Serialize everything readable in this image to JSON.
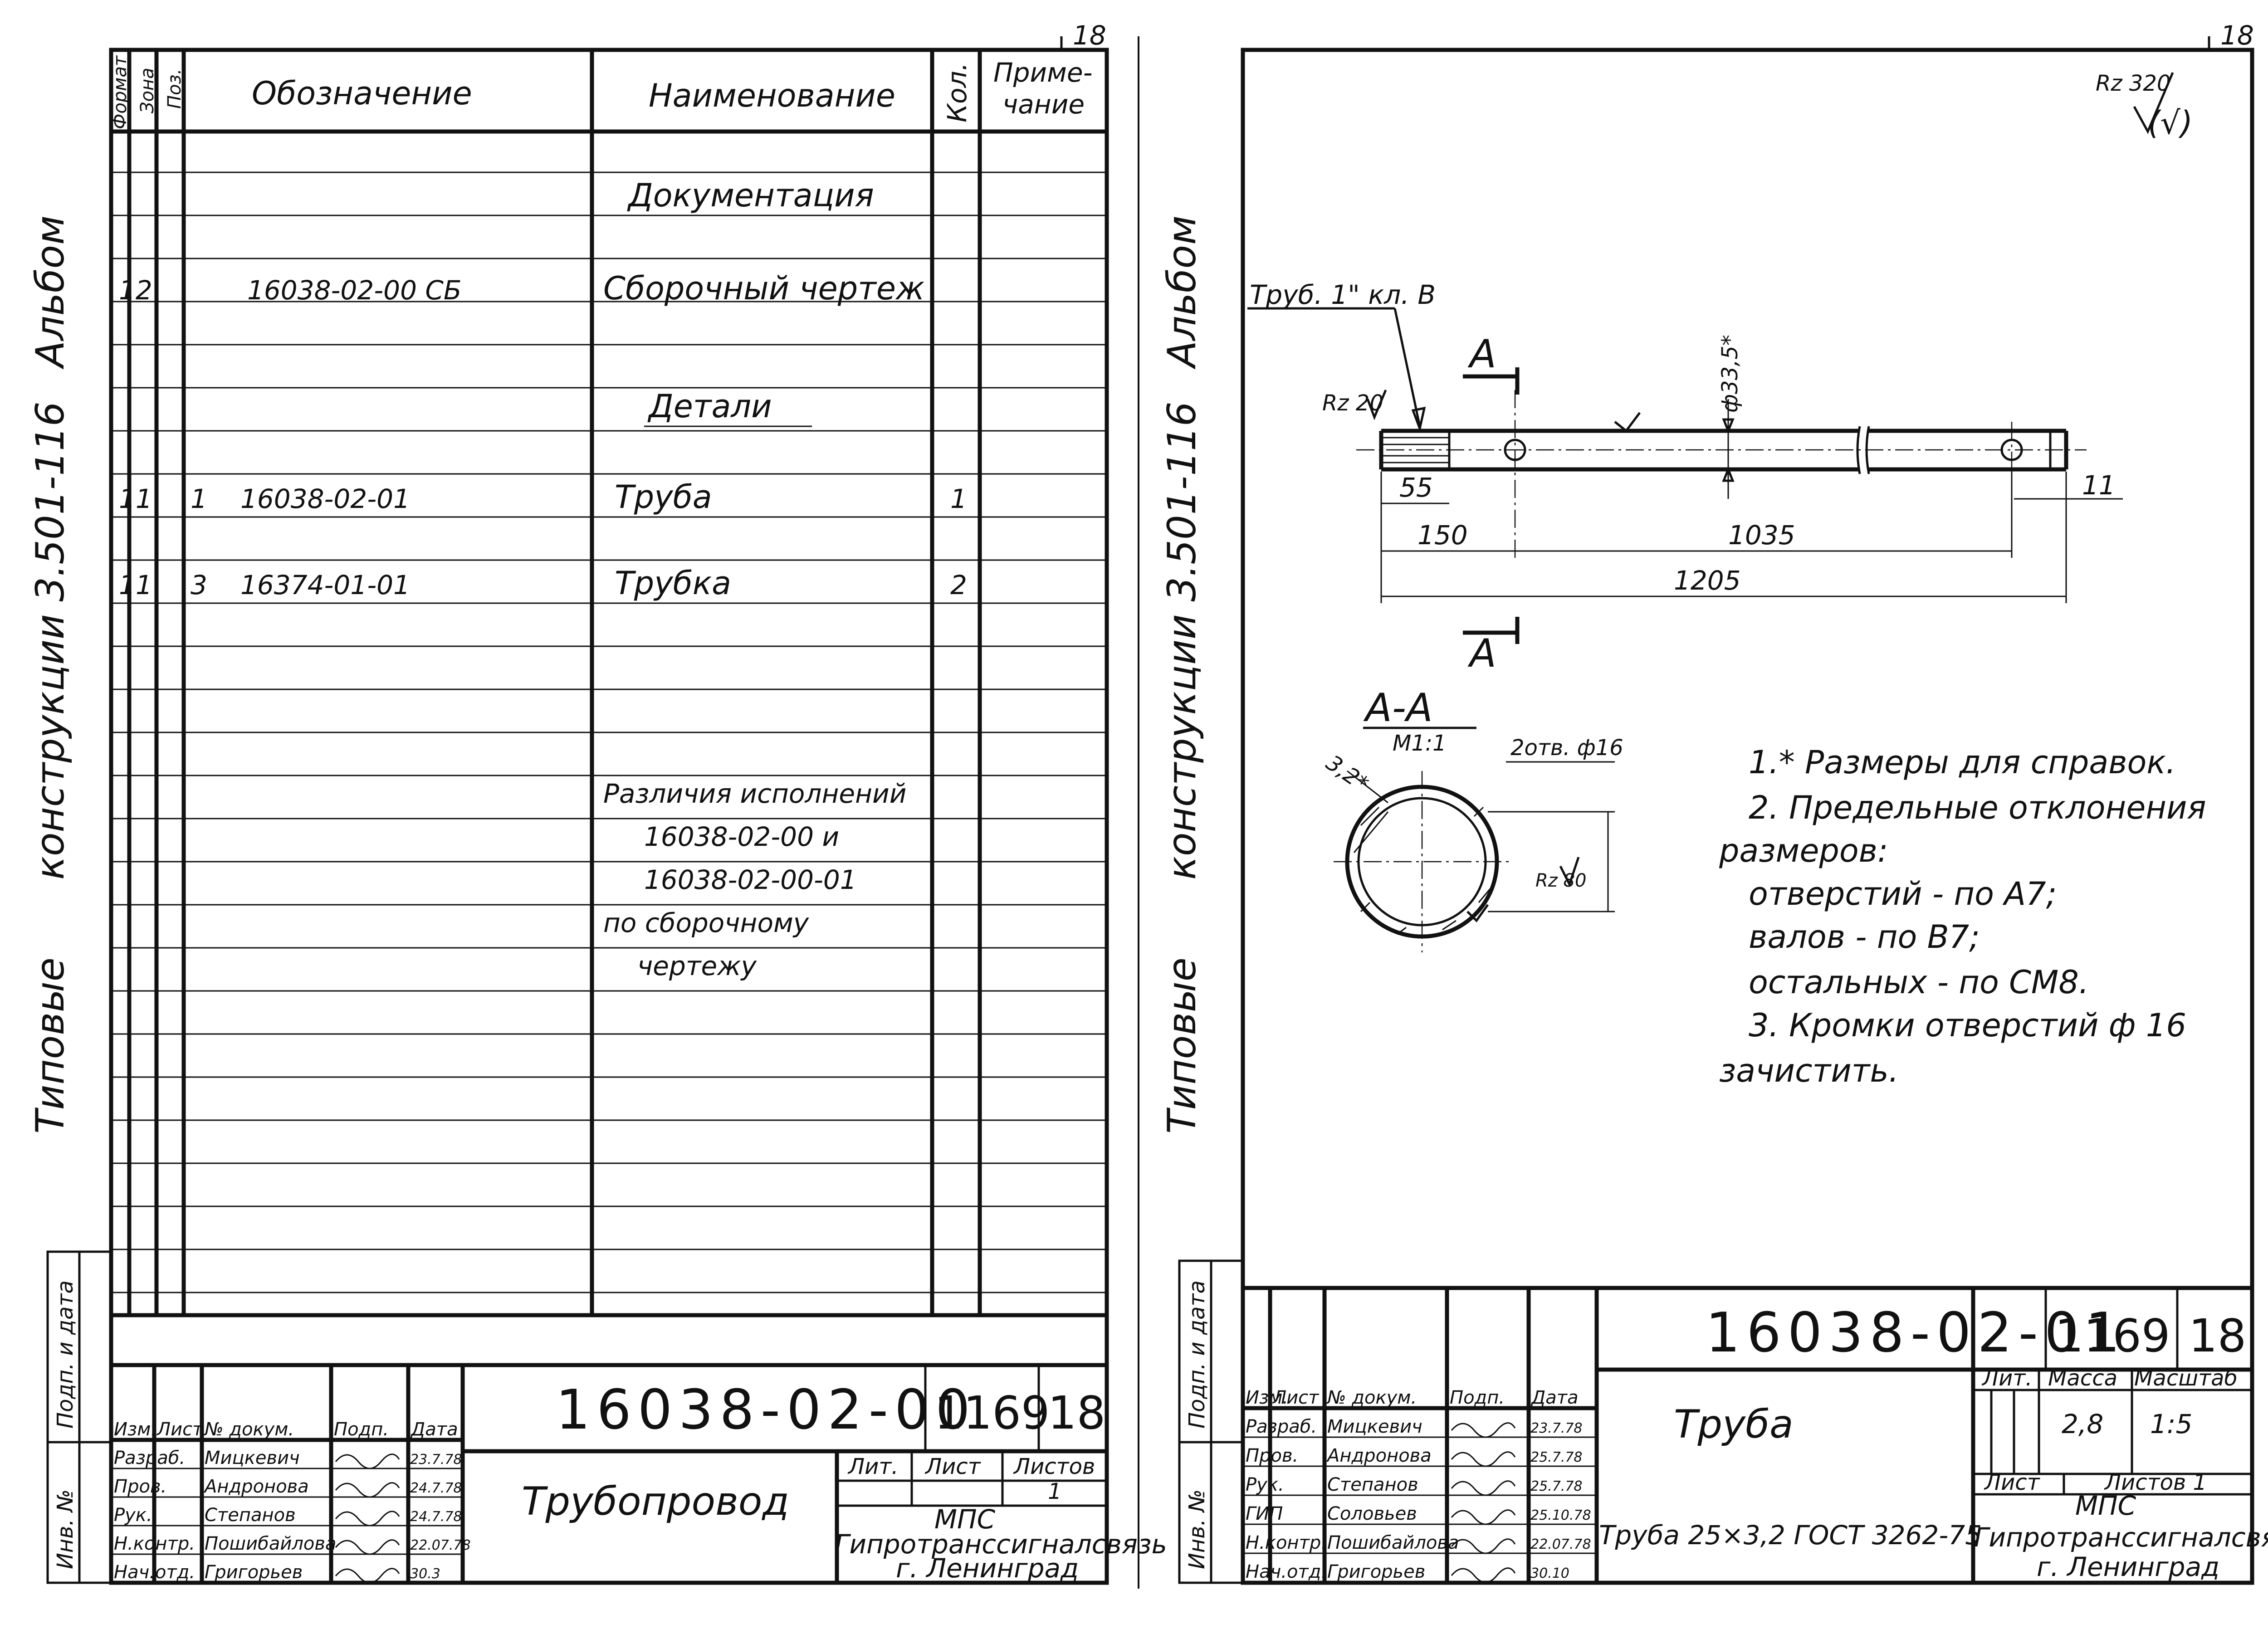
{
  "sheet_number": "18",
  "album_side": {
    "part1": "Типовые",
    "part2": "конструкции 3.501-116",
    "part3": "Альбом"
  },
  "side_stamp": {
    "sign_date": "Подп. и дата",
    "inv_no": "Инв. №"
  },
  "spec": {
    "headers": {
      "format": "Формат",
      "zone": "Зона",
      "pos": "Поз.",
      "designation": "Обозначение",
      "name": "Наименование",
      "qty": "Кол.",
      "note1": "Приме-",
      "note2": "чание"
    },
    "rows": [
      {
        "format": "",
        "pos": "",
        "designation": "",
        "name": "Документация",
        "qty": ""
      },
      {
        "format": "12",
        "pos": "",
        "designation": "16038-02-00 СБ",
        "name": "Сборочный чертеж",
        "qty": ""
      },
      {
        "format": "",
        "pos": "",
        "designation": "",
        "name": "Детали",
        "qty": ""
      },
      {
        "format": "11",
        "pos": "1",
        "designation": "16038-02-01",
        "name": "Труба",
        "qty": "1"
      },
      {
        "format": "11",
        "pos": "3",
        "designation": "16374-01-01",
        "name": "Трубка",
        "qty": "2"
      }
    ],
    "variants_note": [
      "Различия исполнений",
      "16038-02-00 и",
      "16038-02-00-01",
      "по сборочному",
      "чертежу"
    ]
  },
  "left_title_block": {
    "doc_code": "16038-02-00",
    "code_num": "1169",
    "sheet": "18",
    "col_heads": [
      "Изм.",
      "Лист",
      "№ докум.",
      "Подп.",
      "Дата"
    ],
    "people": [
      {
        "role": "Разраб.",
        "name": "Мицкевич",
        "date": "23.7.78"
      },
      {
        "role": "Пров.",
        "name": "Андронова",
        "date": "24.7.78"
      },
      {
        "role": "Рук.",
        "name": "Степанов",
        "date": "24.7.78"
      },
      {
        "role": "Н.контр.",
        "name": "Пошибайлова",
        "date": "22.07.78"
      },
      {
        "role": "Нач.отд.",
        "name": "Григорьев",
        "date": "30.3"
      }
    ],
    "title": "Трубопровод",
    "lit": "Лит.",
    "list": "Лист",
    "listov": "Листов",
    "listov_val": "1",
    "org1": "МПС",
    "org2": "Гипротранссигналсвязь",
    "org3": "г. Ленинград"
  },
  "drawing": {
    "roughness_general": "Rz 320",
    "roughness_general_paren": "(√)",
    "pipe_label": "Труб. 1\" кл. В",
    "rz20": "Rz 20",
    "section_mark": "А",
    "dia_label": "ф33,5*",
    "dims": {
      "d55": "55",
      "d150": "150",
      "d1035": "1035",
      "d1205": "1205",
      "d11": "11"
    },
    "section_title": "А-А",
    "section_scale": "М1:1",
    "wall": "3,2*",
    "holes": "2отв. ф16",
    "rz80": "Rz 80"
  },
  "notes": [
    "1.* Размеры для справок.",
    "2. Предельные отклонения",
    "размеров:",
    "отверстий - по А7;",
    "валов     - по В7;",
    "остальных - по СМ8.",
    "3. Кромки отверстий ф 16",
    "зачистить."
  ],
  "right_title_block": {
    "doc_code": "16038-02-01",
    "code_num": "1169",
    "sheet": "18",
    "col_heads": [
      "Изм.",
      "Лист",
      "№ докум.",
      "Подп.",
      "Дата"
    ],
    "people": [
      {
        "role": "Разраб.",
        "name": "Мицкевич",
        "date": "23.7.78"
      },
      {
        "role": "Пров.",
        "name": "Андронова",
        "date": "25.7.78"
      },
      {
        "role": "Рук.",
        "name": "Степанов",
        "date": "25.7.78"
      },
      {
        "role": "ГИП",
        "name": "Соловьев",
        "date": "25.10.78"
      },
      {
        "role": "Н.контр.",
        "name": "Пошибайлова",
        "date": "22.07.78"
      },
      {
        "role": "Нач.отд.",
        "name": "Григорьев",
        "date": "30.10"
      }
    ],
    "title": "Труба",
    "material": "Труба 25×3,2 ГОСТ 3262-75",
    "lit": "Лит.",
    "mass": "Масса",
    "scale": "Масштаб",
    "mass_val": "2,8",
    "scale_val": "1:5",
    "list": "Лист",
    "listov": "Листов 1",
    "org1": "МПС",
    "org2": "Гипротранссигналсвязь",
    "org3": "г. Ленинград"
  }
}
